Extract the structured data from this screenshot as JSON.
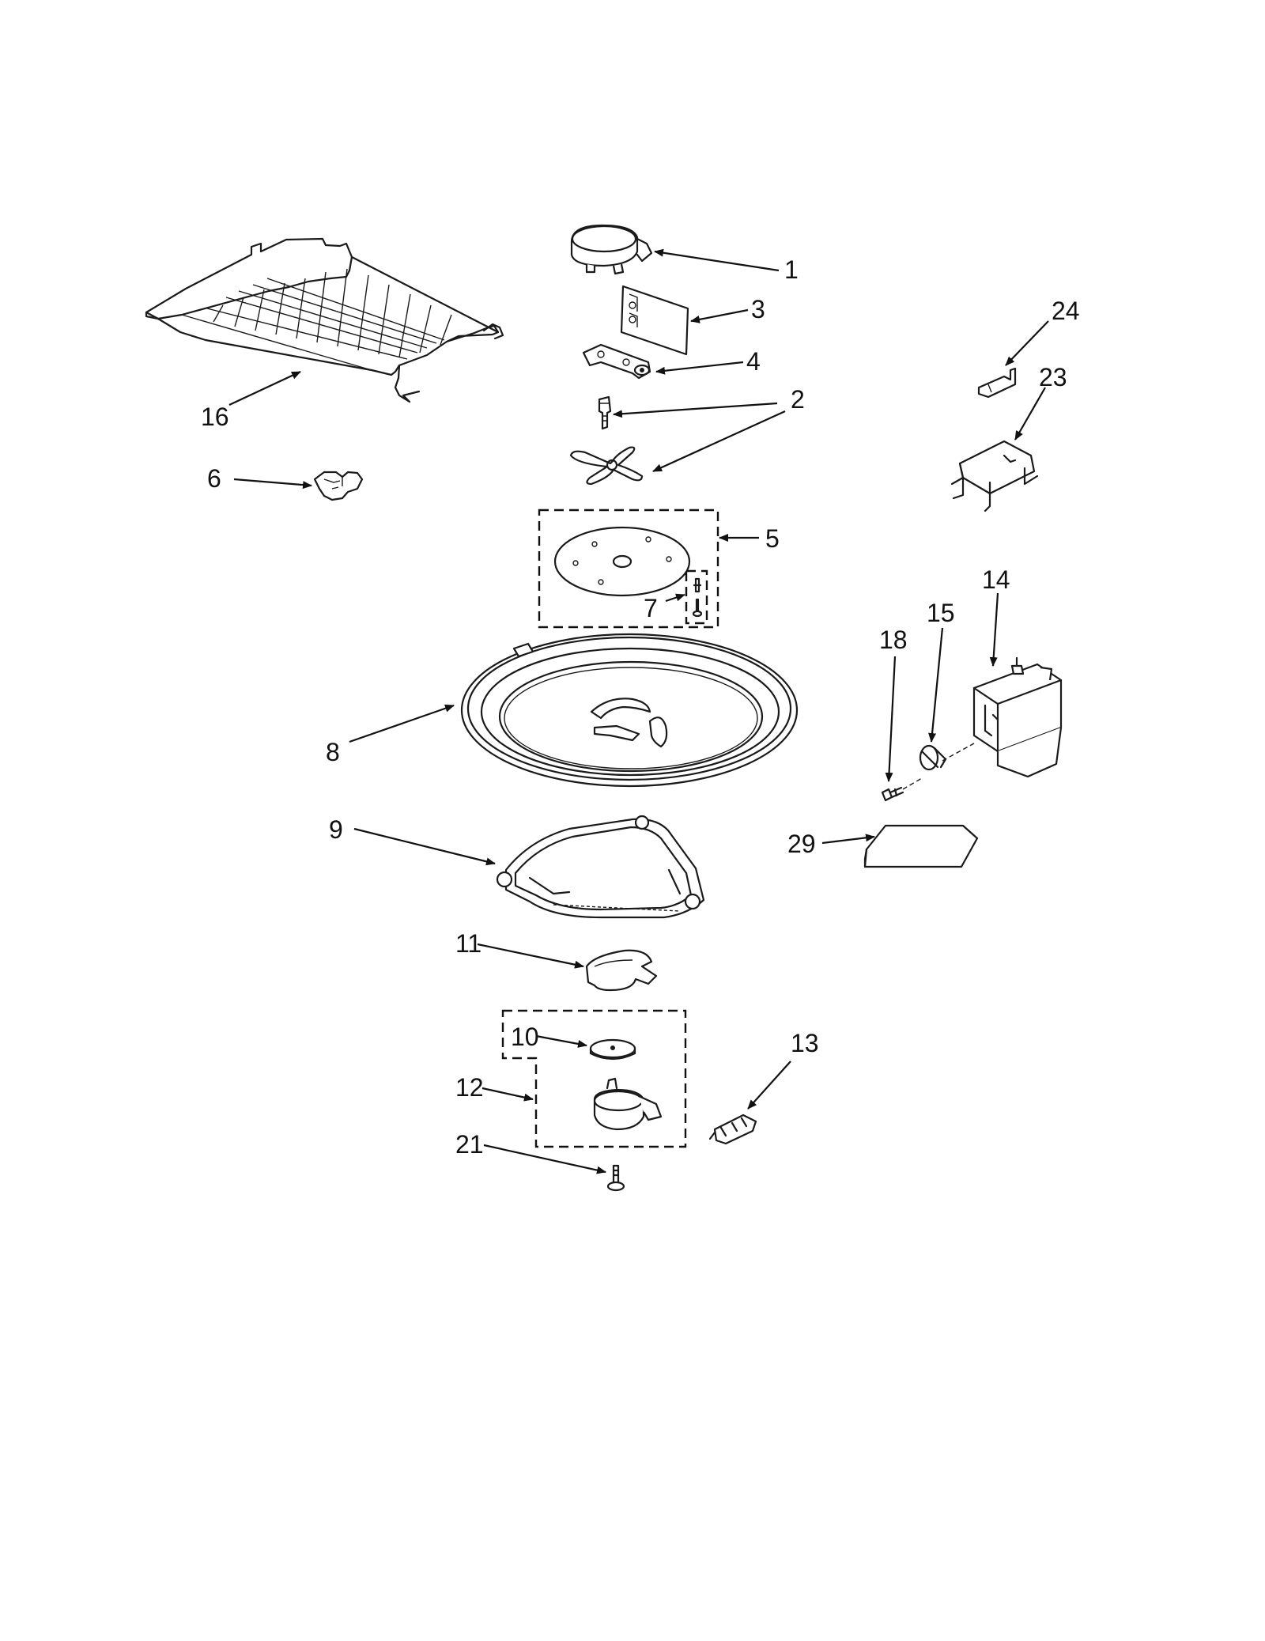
{
  "callouts": {
    "c1": "1",
    "c2": "2",
    "c3": "3",
    "c4": "4",
    "c5": "5",
    "c6": "6",
    "c7": "7",
    "c8": "8",
    "c9": "9",
    "c10": "10",
    "c11": "11",
    "c12": "12",
    "c13": "13",
    "c14": "14",
    "c15": "15",
    "c16": "16",
    "c18": "18",
    "c21": "21",
    "c23": "23",
    "c24": "24",
    "c29": "29"
  }
}
